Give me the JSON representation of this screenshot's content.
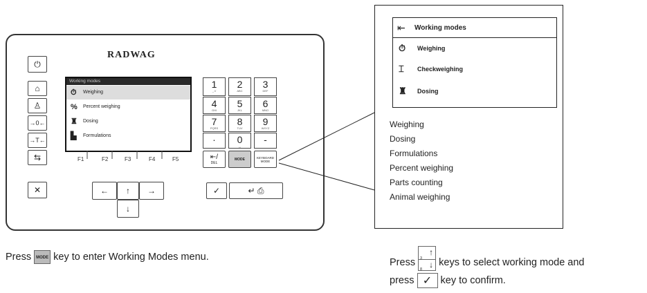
{
  "device": {
    "logo": "RADWAG",
    "left_keys": [
      {
        "name": "power-icon",
        "glyph": "⏻"
      },
      {
        "name": "home-icon",
        "glyph": "⌂"
      },
      {
        "name": "user-icon",
        "glyph": "♙"
      },
      {
        "name": "zero-key",
        "glyph": "→0←"
      },
      {
        "name": "tare-key",
        "glyph": "→T←"
      },
      {
        "name": "print-key",
        "glyph": "⇆"
      }
    ],
    "cancel_glyph": "✕",
    "screen": {
      "title": "Working modes",
      "items": [
        {
          "icon": "weighing-icon",
          "glyph": "⏱",
          "label": "Weighing"
        },
        {
          "icon": "percent-icon",
          "glyph": "%",
          "label": "Percent weighing"
        },
        {
          "icon": "dosing-icon",
          "glyph": "♜",
          "label": "Dosing"
        },
        {
          "icon": "formulations-icon",
          "glyph": "▙",
          "label": "Formulations"
        }
      ]
    },
    "fkeys": [
      "F1",
      "F2",
      "F3",
      "F4",
      "F5"
    ],
    "arrows": {
      "left": "←",
      "up": "↑",
      "right": "→",
      "down": "↓"
    },
    "numpad": [
      {
        "d": "1",
        "s": "_.!/"
      },
      {
        "d": "2",
        "s": "ABC"
      },
      {
        "d": "3",
        "s": "DEF"
      },
      {
        "d": "4",
        "s": "GHI"
      },
      {
        "d": "5",
        "s": "JKL"
      },
      {
        "d": "6",
        "s": "MNO"
      },
      {
        "d": "7",
        "s": "PQRS"
      },
      {
        "d": "8",
        "s": "TUV"
      },
      {
        "d": "9",
        "s": "WXYZ"
      },
      {
        "d": "·",
        "s": ""
      },
      {
        "d": "0",
        "s": "␣"
      },
      {
        "d": "-",
        "s": ""
      }
    ],
    "del_label": "DEL",
    "mode_label": "MODE",
    "keyboard_label": "KEYBOARD MODE",
    "confirm_glyph": "✓",
    "enter_glyph": "↵ ⎙"
  },
  "callout": {
    "header": "Working modes",
    "items": [
      {
        "icon": "weighing-icon",
        "glyph": "⏱",
        "label": "Weighing"
      },
      {
        "icon": "checkweighing-icon",
        "glyph": "⌶",
        "label": "Checkweighing"
      },
      {
        "icon": "dosing-icon",
        "glyph": "♜",
        "label": "Dosing"
      }
    ],
    "modes": [
      "Weighing",
      "Dosing",
      "Formulations",
      "Percent weighing",
      "Parts counting",
      "Animal weighing"
    ]
  },
  "captions": {
    "left_pre": "Press",
    "left_key": "MODE",
    "left_post": "key to enter Working Modes menu.",
    "right_l1_pre": "Press",
    "right_l1_post": "keys to select working mode and",
    "right_l2_pre": "press",
    "right_l2_post": "key to confirm.",
    "key_num3": "3",
    "key_num8": "8",
    "up_glyph": "↑",
    "down_glyph": "↓",
    "check_glyph": "✓"
  }
}
